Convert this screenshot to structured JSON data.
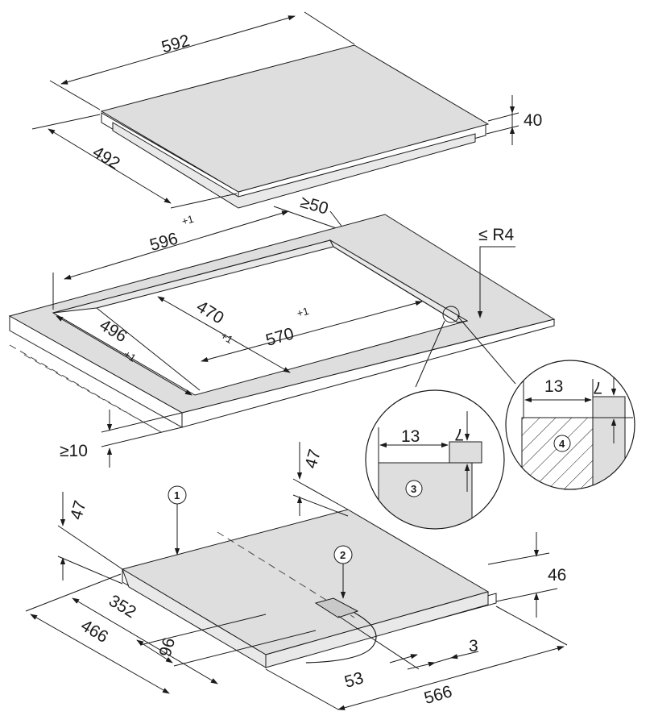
{
  "dimensions": {
    "cooktop_width": "592",
    "cooktop_depth": "492",
    "cooktop_height": "40",
    "rear_clearance": "≥50",
    "corner_radius": "≤ R4",
    "cutout_outer_width": "596",
    "cutout_outer_width_tol": "+1",
    "cutout_outer_depth": "496",
    "cutout_outer_depth_tol": "+1",
    "cutout_inner_depth": "470",
    "cutout_inner_depth_tol": "+1",
    "cutout_inner_width": "570",
    "cutout_inner_width_tol": "+1",
    "worktop_thickness": "≥10",
    "detail3_width": "13",
    "detail3_height": "7",
    "detail4_width": "13",
    "detail4_height": "7",
    "bottom_front_clearance": "47",
    "bottom_rear_clearance": "47",
    "bottom_height": "46",
    "bottom_depth_total": "466",
    "bottom_depth_partial": "352",
    "bottom_offset": "96",
    "bottom_width": "566",
    "connection_offset": "53",
    "connection_gap": "3"
  },
  "markers": {
    "m1": "1",
    "m2": "2",
    "m3": "3",
    "m4": "4"
  }
}
